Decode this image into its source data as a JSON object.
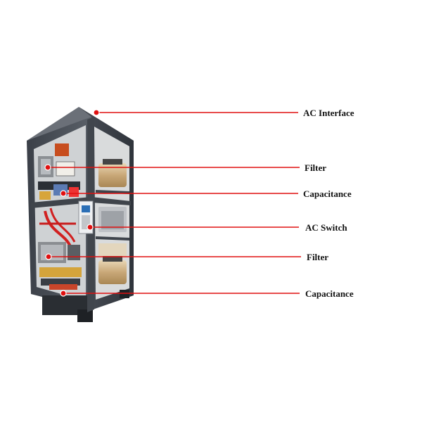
{
  "figure": {
    "subject_icon": "cabinet-cutaway-photo",
    "background_color": "#ffffff",
    "leader_color": "#e01010",
    "label_color": "#111111"
  },
  "callouts": [
    {
      "id": "ac-interface",
      "label": "AC Interface"
    },
    {
      "id": "filter-upper",
      "label": "Filter"
    },
    {
      "id": "capacitance-upper",
      "label": "Capacitance"
    },
    {
      "id": "ac-switch",
      "label": "AC Switch"
    },
    {
      "id": "filter-lower",
      "label": "Filter"
    },
    {
      "id": "capacitance-lower",
      "label": "Capacitance"
    }
  ]
}
